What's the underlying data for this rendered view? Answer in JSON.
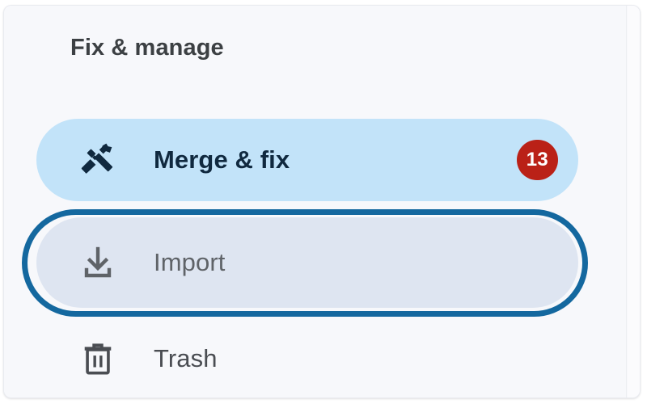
{
  "panel": {
    "title": "Fix & manage"
  },
  "colors": {
    "panel_background": "#f7f8fb",
    "selected_row_background": "#c2e3f9",
    "focused_row_background": "#dee5f1",
    "focus_ring": "#14689f",
    "badge_background": "#ba2117",
    "badge_text": "#ffffff",
    "title_text": "#3c4043",
    "selected_label_text": "#10293f",
    "muted_label_text": "#5f6368",
    "icon_dark": "#10293f",
    "icon_gray": "#5f6368",
    "icon_trash": "#4a4d52"
  },
  "menu": {
    "items": [
      {
        "id": "merge-and-fix",
        "label": "Merge & fix",
        "icon": "hammer-and-screwdriver-icon",
        "badge": "13",
        "state": "selected"
      },
      {
        "id": "import",
        "label": "Import",
        "icon": "download-icon",
        "badge": "",
        "state": "focused"
      },
      {
        "id": "trash",
        "label": "Trash",
        "icon": "trash-icon",
        "badge": "",
        "state": "default"
      }
    ]
  }
}
